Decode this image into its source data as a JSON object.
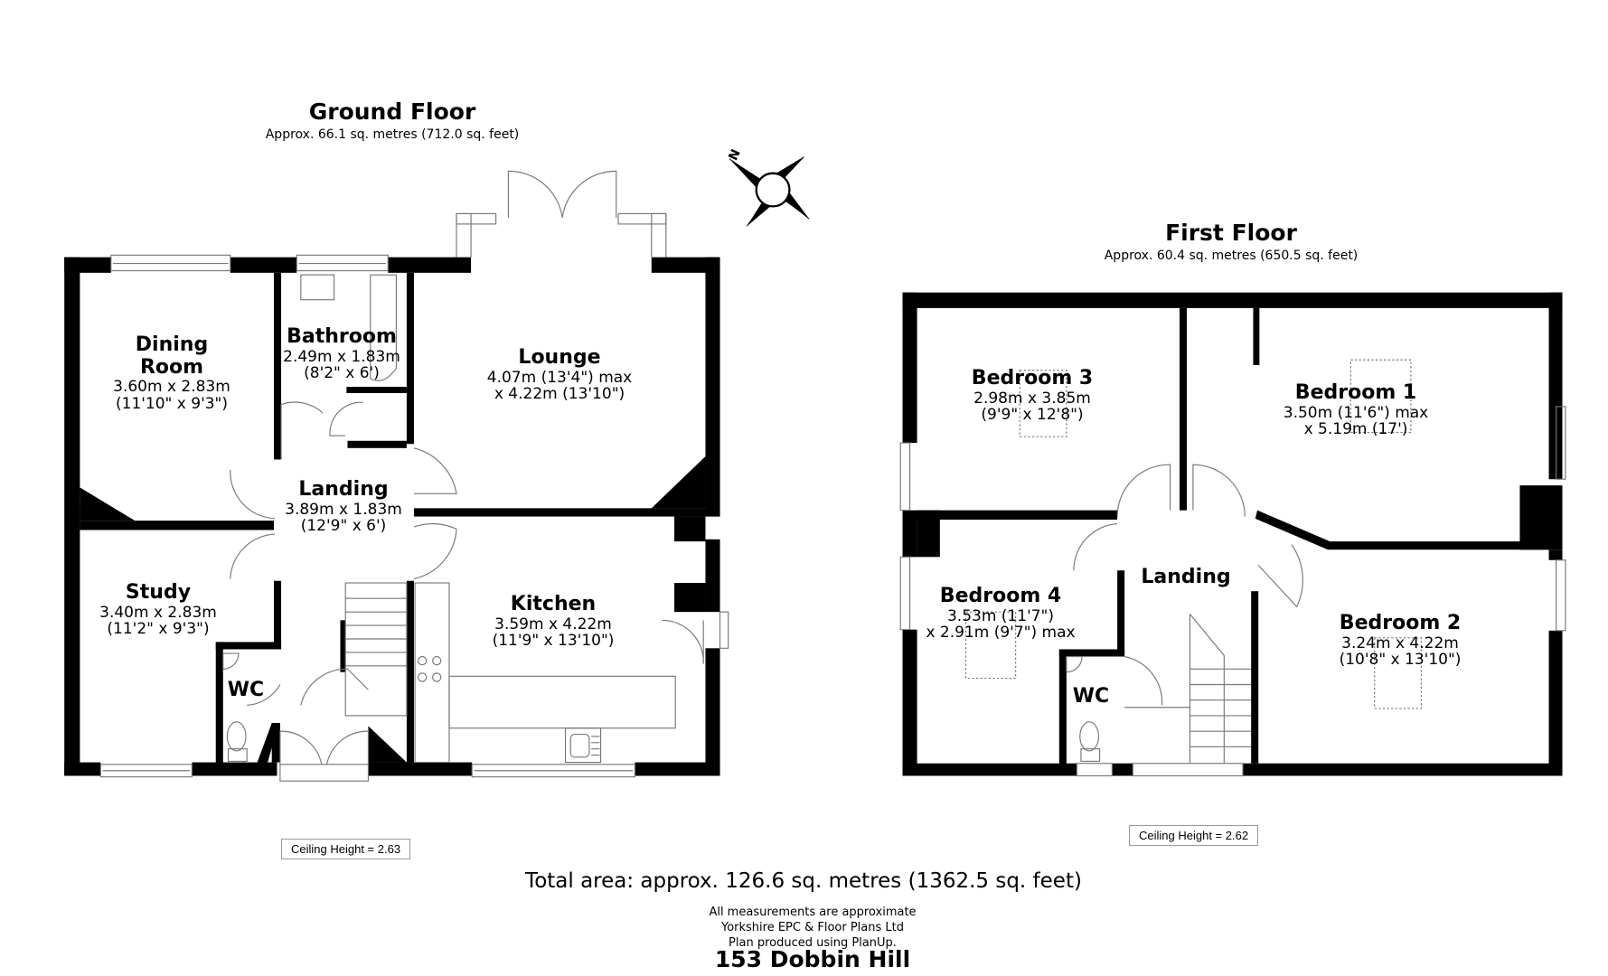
{
  "ground_floor": {
    "title": "Ground Floor",
    "area": "Approx. 66.1 sq. metres (712.0 sq. feet)",
    "ceiling_height": "Ceiling Height = 2.63",
    "rooms": [
      {
        "name": "Dining",
        "name2": "Room",
        "dim1": "3.60m x 2.83m",
        "dim2": "(11'10\" x 9'3\")"
      },
      {
        "name": "Bathroom",
        "dim1": "2.49m x 1.83m",
        "dim2": "(8'2\" x 6')"
      },
      {
        "name": "Lounge",
        "dim1": "4.07m (13'4\") max",
        "dim2": "x 4.22m (13'10\")"
      },
      {
        "name": "Landing",
        "dim1": "3.89m x 1.83m",
        "dim2": "(12'9\" x 6')"
      },
      {
        "name": "Study",
        "dim1": "3.40m x 2.83m",
        "dim2": "(11'2\" x 9'3\")"
      },
      {
        "name": "Kitchen",
        "dim1": "3.59m x 4.22m",
        "dim2": "(11'9\" x 13'10\")"
      },
      {
        "name": "WC"
      }
    ]
  },
  "first_floor": {
    "title": "First Floor",
    "area": "Approx. 60.4 sq. metres (650.5 sq. feet)",
    "ceiling_height": "Ceiling Height = 2.62",
    "rooms": [
      {
        "name": "Bedroom 3",
        "dim1": "2.98m x 3.85m",
        "dim2": "(9'9\" x 12'8\")"
      },
      {
        "name": "Bedroom 1",
        "dim1": "3.50m (11'6\") max",
        "dim2": "x 5.19m (17')"
      },
      {
        "name": "Landing"
      },
      {
        "name": "Bedroom 4",
        "dim1": "3.53m (11'7\")",
        "dim2": "x 2.91m (9'7\") max"
      },
      {
        "name": "Bedroom 2",
        "dim1": "3.24m x 4.22m",
        "dim2": "(10'8\" x 13'10\")"
      },
      {
        "name": "WC"
      }
    ]
  },
  "compass": {
    "label": "N",
    "icon": "compass-rose-icon"
  },
  "footer": {
    "total_area": "Total area: approx. 126.6 sq. metres (1362.5 sq. feet)",
    "disclaimer": "All measurements are approximate",
    "company": "Yorkshire EPC & Floor Plans  Ltd",
    "software": "Plan produced using PlanUp.",
    "address": "153 Dobbin Hill"
  },
  "colors": {
    "wall": "#000000",
    "fixture": "#888888",
    "background": "#ffffff"
  }
}
